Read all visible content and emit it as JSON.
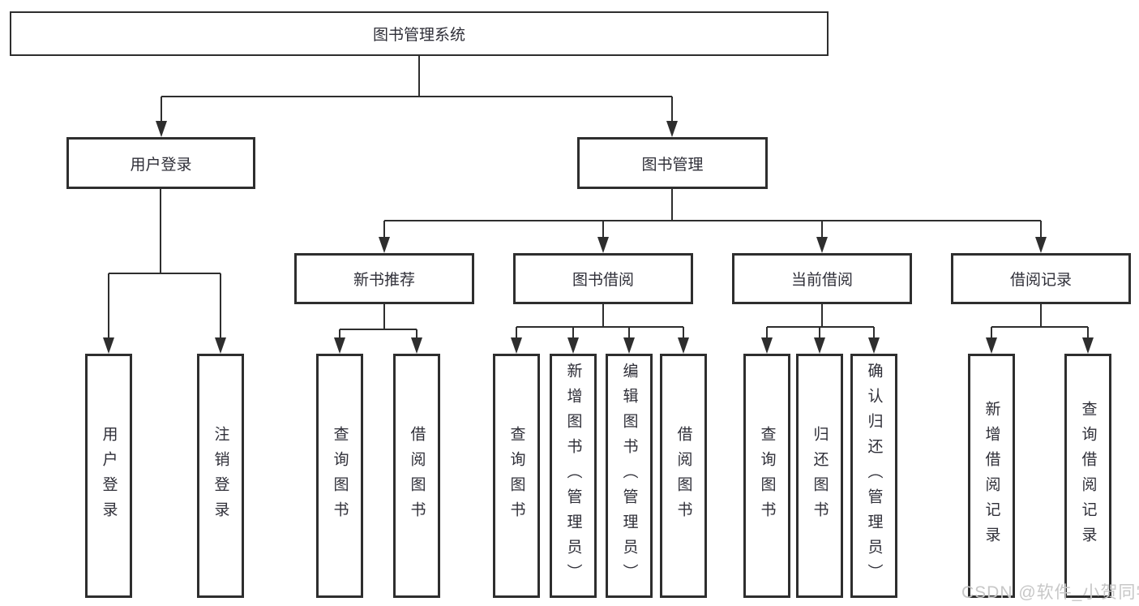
{
  "tree": {
    "label": "图书管理系统",
    "children": [
      {
        "label": "用户登录",
        "children": [
          {
            "label": "用户登录"
          },
          {
            "label": "注销登录"
          }
        ]
      },
      {
        "label": "图书管理",
        "children": [
          {
            "label": "新书推荐",
            "children": [
              {
                "label": "查询图书"
              },
              {
                "label": "借阅图书"
              }
            ]
          },
          {
            "label": "图书借阅",
            "children": [
              {
                "label": "查询图书"
              },
              {
                "label": "新增图书（管理员）"
              },
              {
                "label": "编辑图书（管理员）"
              },
              {
                "label": "借阅图书"
              }
            ]
          },
          {
            "label": "当前借阅",
            "children": [
              {
                "label": "查询图书"
              },
              {
                "label": "归还图书"
              },
              {
                "label": "确认归还（管理员）"
              }
            ]
          },
          {
            "label": "借阅记录",
            "children": [
              {
                "label": "新增借阅记录"
              },
              {
                "label": "查询借阅记录"
              }
            ]
          }
        ]
      }
    ]
  },
  "watermark": {
    "text": "CSDN @软件_小贺同学"
  },
  "colors": {
    "line": "#2e2e2e",
    "text": "#2f2f38",
    "watermark": "#c7c7c7",
    "background": "#ffffff"
  }
}
